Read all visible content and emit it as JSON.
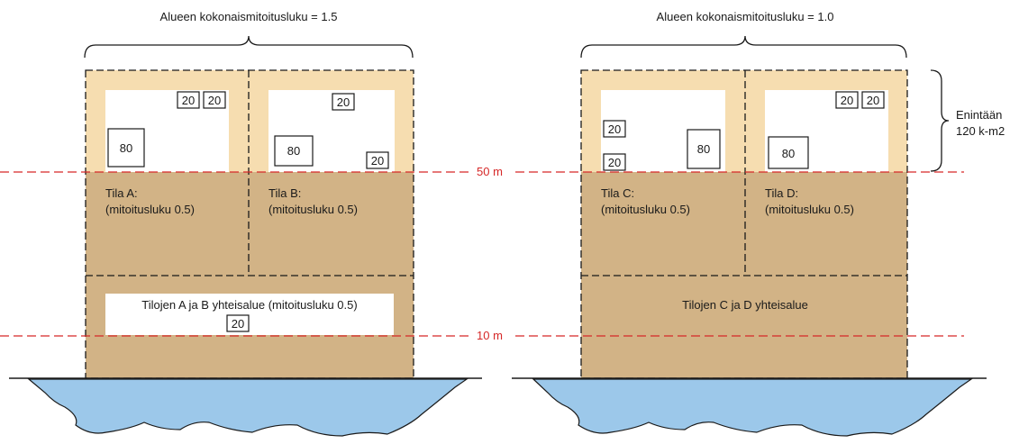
{
  "colors": {
    "water": "#9cc8ea",
    "light_zone": "#f6ddb0",
    "dark_zone": "#d2b386",
    "interior": "#ffffff",
    "red_line": "#d62828",
    "ink": "#1a1a1a"
  },
  "left": {
    "title": "Alueen kokonaismitoitusluku = 1.5",
    "plot_a": {
      "name": "Tila A:",
      "ratio": "(mitoitusluku 0.5)"
    },
    "plot_b": {
      "name": "Tila B:",
      "ratio": "(mitoitusluku 0.5)"
    },
    "shared": {
      "label": "Tilojen A ja B yhteisalue (mitoitusluku 0.5)"
    }
  },
  "right": {
    "title": "Alueen kokonaismitoitusluku = 1.0",
    "plot_c": {
      "name": "Tila C:",
      "ratio": "(mitoitusluku 0.5)"
    },
    "plot_d": {
      "name": "Tila D:",
      "ratio": "(mitoitusluku 0.5)"
    },
    "shared": {
      "label": "Tilojen C ja D yhteisalue"
    }
  },
  "lines": {
    "line_50": "50 m",
    "line_10": "10 m"
  },
  "side_note": {
    "line1": "Enintään",
    "line2": "120 k-m2"
  },
  "building_values": {
    "large": "80",
    "small": "20"
  }
}
